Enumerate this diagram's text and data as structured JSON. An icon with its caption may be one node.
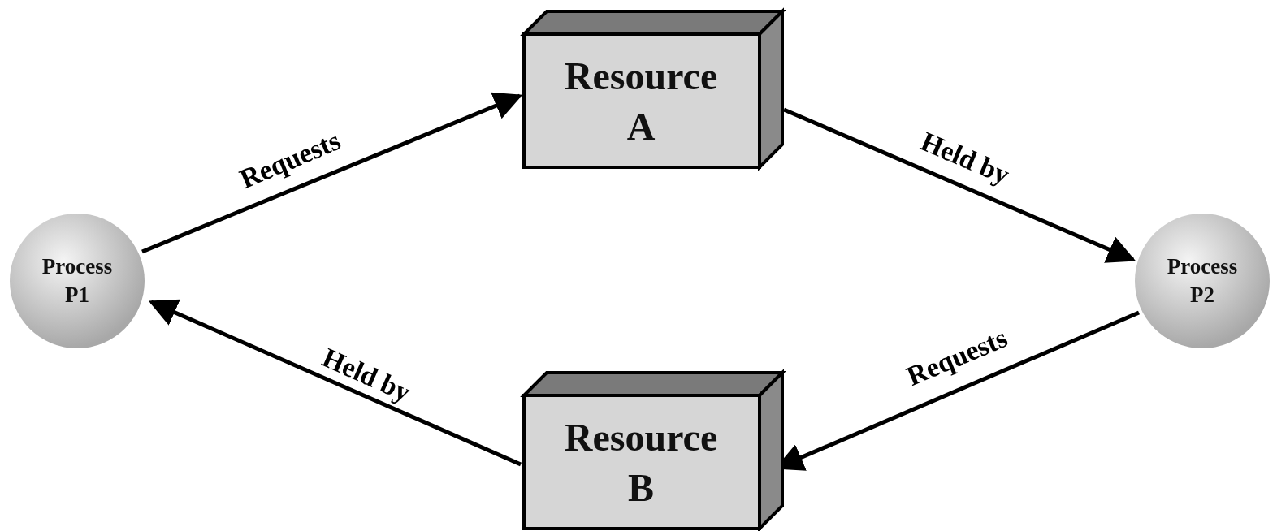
{
  "diagram": {
    "nodes": [
      {
        "text": [
          "Process P1"
        ]
      },
      {
        "text": [
          "Resource A"
        ]
      },
      {
        "text": [
          "Process P2"
        ]
      },
      {
        "text": [
          "Resource B"
        ]
      }
    ],
    "edges": [
      {
        "from": 0,
        "to": 1,
        "arrow": "to",
        "label": "Requests"
      },
      {
        "from": 1,
        "to": 2,
        "arrow": "to",
        "label": "Held by"
      },
      {
        "from": 2,
        "to": 3,
        "arrow": "to",
        "label": "Requests"
      },
      {
        "from": 3,
        "to": 0,
        "arrow": "to",
        "label": "Held by"
      }
    ]
  }
}
